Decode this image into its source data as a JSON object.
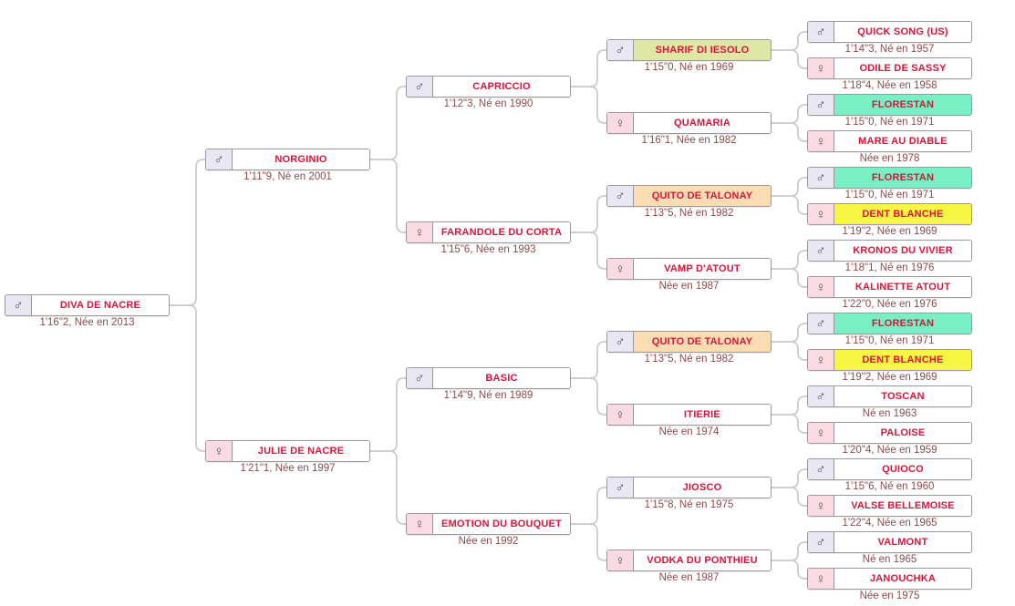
{
  "colors": {
    "name_text": "#dc143c",
    "sub_text": "#8d4b4b",
    "box_border": "#999999",
    "connector": "#cccccc",
    "male_icon_bg": "#e9e7f4",
    "female_icon_bg": "#fcdae3",
    "icon_glyph": "#555555",
    "highlight_olive": "#dfe7a6",
    "highlight_mint": "#78efc4",
    "highlight_yellow": "#f7f643",
    "highlight_peach": "#fbdcb3"
  },
  "icons": {
    "male": "♂",
    "female": "♀"
  },
  "generations": [
    [
      {
        "name": "DIVA DE NACRE",
        "sub": "1'16\"2, Née en 2013",
        "sex": "male",
        "highlight": null
      }
    ],
    [
      {
        "name": "NORGINIO",
        "sub": "1'11\"9, Né en 2001",
        "sex": "male",
        "highlight": null
      },
      {
        "name": "JULIE DE NACRE",
        "sub": "1'21\"1, Née en 1997",
        "sex": "female",
        "highlight": null
      }
    ],
    [
      {
        "name": "CAPRICCIO",
        "sub": "1'12\"3, Né en 1990",
        "sex": "male",
        "highlight": null
      },
      {
        "name": "FARANDOLE DU CORTA",
        "sub": "1'15\"6, Née en 1993",
        "sex": "female",
        "highlight": null
      },
      {
        "name": "BASIC",
        "sub": "1'14\"9, Né en 1989",
        "sex": "male",
        "highlight": null
      },
      {
        "name": "EMOTION DU BOUQUET",
        "sub": "Née en 1992",
        "sex": "female",
        "highlight": null
      }
    ],
    [
      {
        "name": "SHARIF DI IESOLO",
        "sub": "1'15\"0, Né en 1969",
        "sex": "male",
        "highlight": "highlight_olive"
      },
      {
        "name": "QUAMARIA",
        "sub": "1'16\"1, Née en 1982",
        "sex": "female",
        "highlight": null
      },
      {
        "name": "QUITO DE TALONAY",
        "sub": "1'13\"5, Né en 1982",
        "sex": "male",
        "highlight": "highlight_peach"
      },
      {
        "name": "VAMP D'ATOUT",
        "sub": "Née en 1987",
        "sex": "female",
        "highlight": null
      },
      {
        "name": "QUITO DE TALONAY",
        "sub": "1'13\"5, Né en 1982",
        "sex": "male",
        "highlight": "highlight_peach"
      },
      {
        "name": "ITIERIE",
        "sub": "Née en 1974",
        "sex": "female",
        "highlight": null
      },
      {
        "name": "JIOSCO",
        "sub": "1'15\"8, Né en 1975",
        "sex": "male",
        "highlight": null
      },
      {
        "name": "VODKA DU PONTHIEU",
        "sub": "Née en 1987",
        "sex": "female",
        "highlight": null
      }
    ],
    [
      {
        "name": "QUICK SONG (US)",
        "sub": "1'14\"3, Né en 1957",
        "sex": "male",
        "highlight": null
      },
      {
        "name": "ODILE DE SASSY",
        "sub": "1'18\"4, Née en 1958",
        "sex": "female",
        "highlight": null
      },
      {
        "name": "FLORESTAN",
        "sub": "1'15\"0, Né en 1971",
        "sex": "male",
        "highlight": "highlight_mint"
      },
      {
        "name": "MARE AU DIABLE",
        "sub": "Née en 1978",
        "sex": "female",
        "highlight": null
      },
      {
        "name": "FLORESTAN",
        "sub": "1'15\"0, Né en 1971",
        "sex": "male",
        "highlight": "highlight_mint"
      },
      {
        "name": "DENT BLANCHE",
        "sub": "1'19\"2, Née en 1969",
        "sex": "female",
        "highlight": "highlight_yellow"
      },
      {
        "name": "KRONOS DU VIVIER",
        "sub": "1'18\"1, Né en 1976",
        "sex": "male",
        "highlight": null
      },
      {
        "name": "KALINETTE ATOUT",
        "sub": "1'22\"0, Née en 1976",
        "sex": "female",
        "highlight": null
      },
      {
        "name": "FLORESTAN",
        "sub": "1'15\"0, Né en 1971",
        "sex": "male",
        "highlight": "highlight_mint"
      },
      {
        "name": "DENT BLANCHE",
        "sub": "1'19\"2, Née en 1969",
        "sex": "female",
        "highlight": "highlight_yellow"
      },
      {
        "name": "TOSCAN",
        "sub": "Né en 1963",
        "sex": "male",
        "highlight": null
      },
      {
        "name": "PALOISE",
        "sub": "1'20\"4, Née en 1959",
        "sex": "female",
        "highlight": null
      },
      {
        "name": "QUIOCO",
        "sub": "1'15\"6, Né en 1960",
        "sex": "male",
        "highlight": null
      },
      {
        "name": "VALSE BELLEMOISE",
        "sub": "1'22\"4, Née en 1965",
        "sex": "female",
        "highlight": null
      },
      {
        "name": "VALMONT",
        "sub": "Né en 1965",
        "sex": "male",
        "highlight": null
      },
      {
        "name": "JANOUCHKA",
        "sub": "Née en 1975",
        "sex": "female",
        "highlight": null
      }
    ]
  ]
}
